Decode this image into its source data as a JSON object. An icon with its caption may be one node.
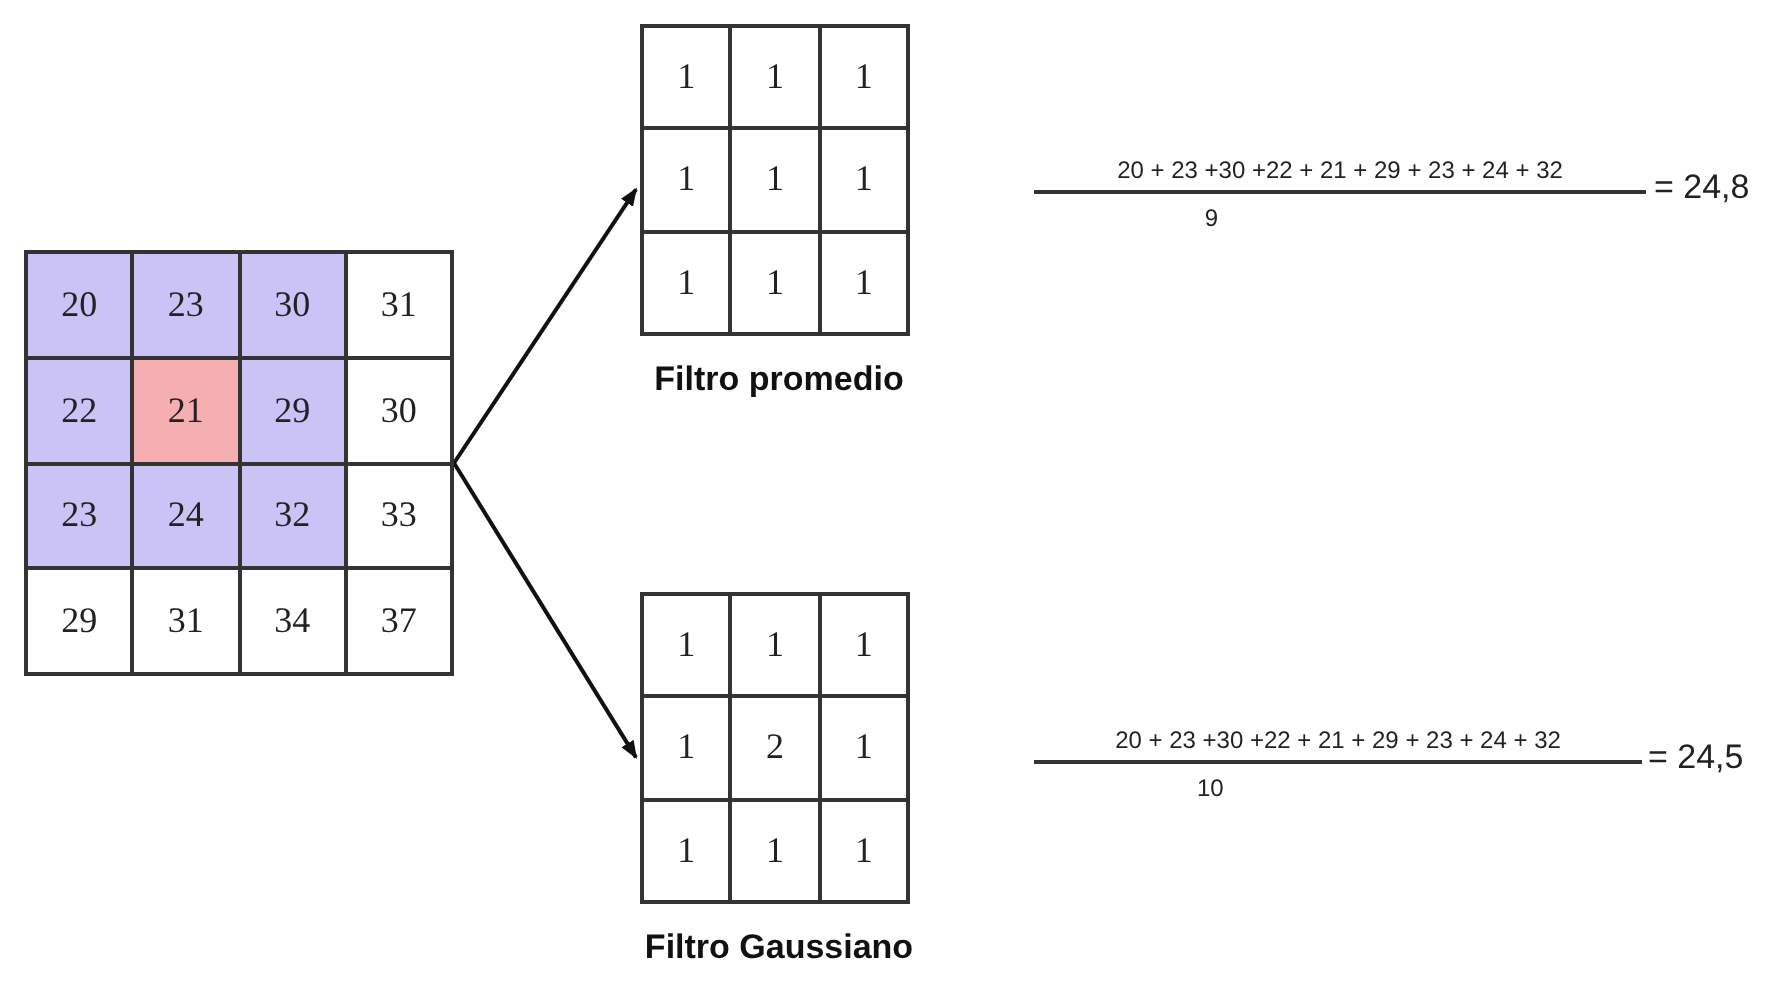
{
  "diagram": {
    "nodes": [
      {
        "text": [],
        "shape": "box"
      },
      {
        "text": [
          "20"
        ],
        "in": 0
      },
      {
        "text": [
          "23"
        ],
        "in": 0
      },
      {
        "text": [
          "30"
        ],
        "in": 0
      },
      {
        "text": [
          "31"
        ],
        "in": 0
      },
      {
        "text": [
          "22"
        ],
        "in": 0
      },
      {
        "text": [
          "21"
        ],
        "in": 0
      },
      {
        "text": [
          "29"
        ],
        "in": 0
      },
      {
        "text": [
          "30"
        ],
        "in": 0
      },
      {
        "text": [
          "23"
        ],
        "in": 0
      },
      {
        "text": [
          "24"
        ],
        "in": 0
      },
      {
        "text": [
          "32"
        ],
        "in": 0
      },
      {
        "text": [
          "33"
        ],
        "in": 0
      },
      {
        "text": [
          "29"
        ],
        "in": 0
      },
      {
        "text": [
          "31"
        ],
        "in": 0
      },
      {
        "text": [
          "34"
        ],
        "in": 0
      },
      {
        "text": [
          "37"
        ],
        "in": 0
      },
      {
        "text": [
          "Filtro promedio"
        ]
      },
      {
        "text": [
          "1"
        ],
        "in": 17
      },
      {
        "text": [
          "1"
        ],
        "in": 17
      },
      {
        "text": [
          "1"
        ],
        "in": 17
      },
      {
        "text": [
          "1"
        ],
        "in": 17
      },
      {
        "text": [
          "1"
        ],
        "in": 17
      },
      {
        "text": [
          "1"
        ],
        "in": 17
      },
      {
        "text": [
          "1"
        ],
        "in": 17
      },
      {
        "text": [
          "1"
        ],
        "in": 17
      },
      {
        "text": [
          "1"
        ],
        "in": 17
      },
      {
        "text": [
          "Filtro Gaussiano"
        ]
      },
      {
        "text": [
          "1"
        ],
        "in": 27
      },
      {
        "text": [
          "1"
        ],
        "in": 27
      },
      {
        "text": [
          "1"
        ],
        "in": 27
      },
      {
        "text": [
          "1"
        ],
        "in": 27
      },
      {
        "text": [
          "2"
        ],
        "in": 27
      },
      {
        "text": [
          "1"
        ],
        "in": 27
      },
      {
        "text": [
          "1"
        ],
        "in": 27
      },
      {
        "text": [
          "1"
        ],
        "in": 27
      },
      {
        "text": [
          "1"
        ],
        "in": 27
      }
    ],
    "edges": [
      {
        "from": 0,
        "to": 17,
        "arrow": "to"
      },
      {
        "from": 0,
        "to": 27,
        "arrow": "to"
      }
    ],
    "labels": [
      "20 + 23 +30 +22 + 21 + 29 + 23 + 24 + 32",
      "9",
      "= 24,8",
      "20 + 23 +30 +22 + 21 + 29 + 23 + 24 + 32",
      "10",
      "= 24,5"
    ]
  }
}
